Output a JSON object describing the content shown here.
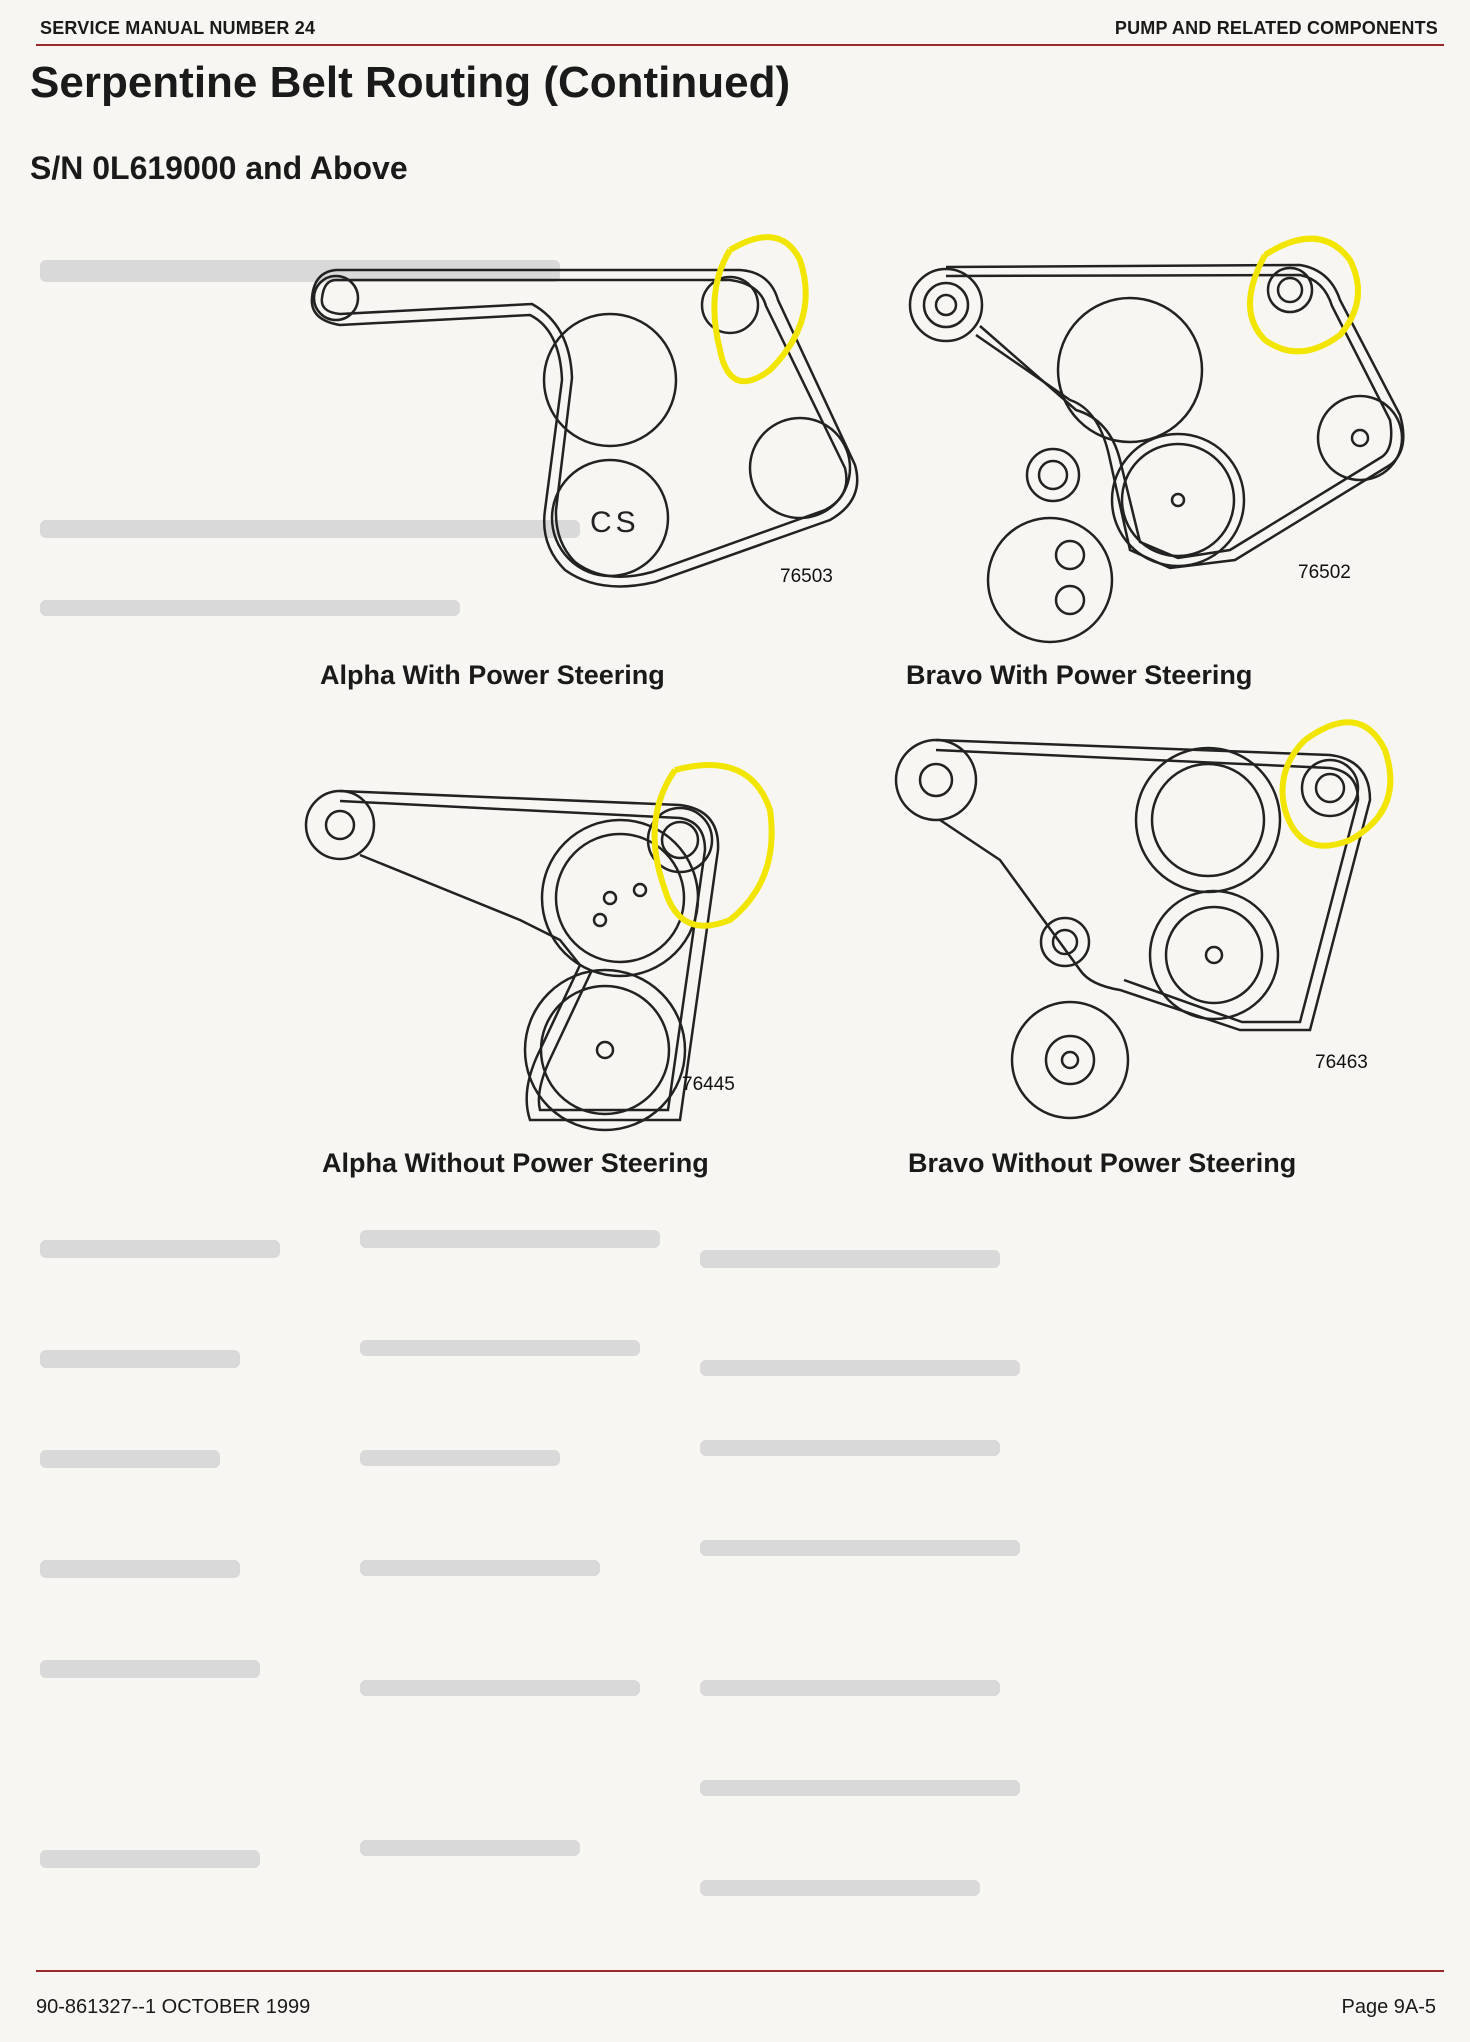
{
  "header": {
    "manual": "SERVICE MANUAL NUMBER 24",
    "section": "PUMP AND RELATED COMPONENTS"
  },
  "title": "Serpentine Belt Routing (Continued)",
  "subtitle": "S/N 0L619000 and Above",
  "figures": [
    {
      "number": "76503",
      "caption": "Alpha With Power Steering",
      "pulley_text": "CS"
    },
    {
      "number": "76502",
      "caption": "Bravo With Power Steering"
    },
    {
      "number": "76445",
      "caption": "Alpha Without Power Steering"
    },
    {
      "number": "76463",
      "caption": "Bravo Without Power Steering"
    }
  ],
  "footer": {
    "doc": "90-861327--1  OCTOBER 1999",
    "page": "Page 9A-5"
  },
  "colors": {
    "rule": "#9b2a2a",
    "highlight": "#f2e600",
    "ink": "#1a1a1a"
  }
}
